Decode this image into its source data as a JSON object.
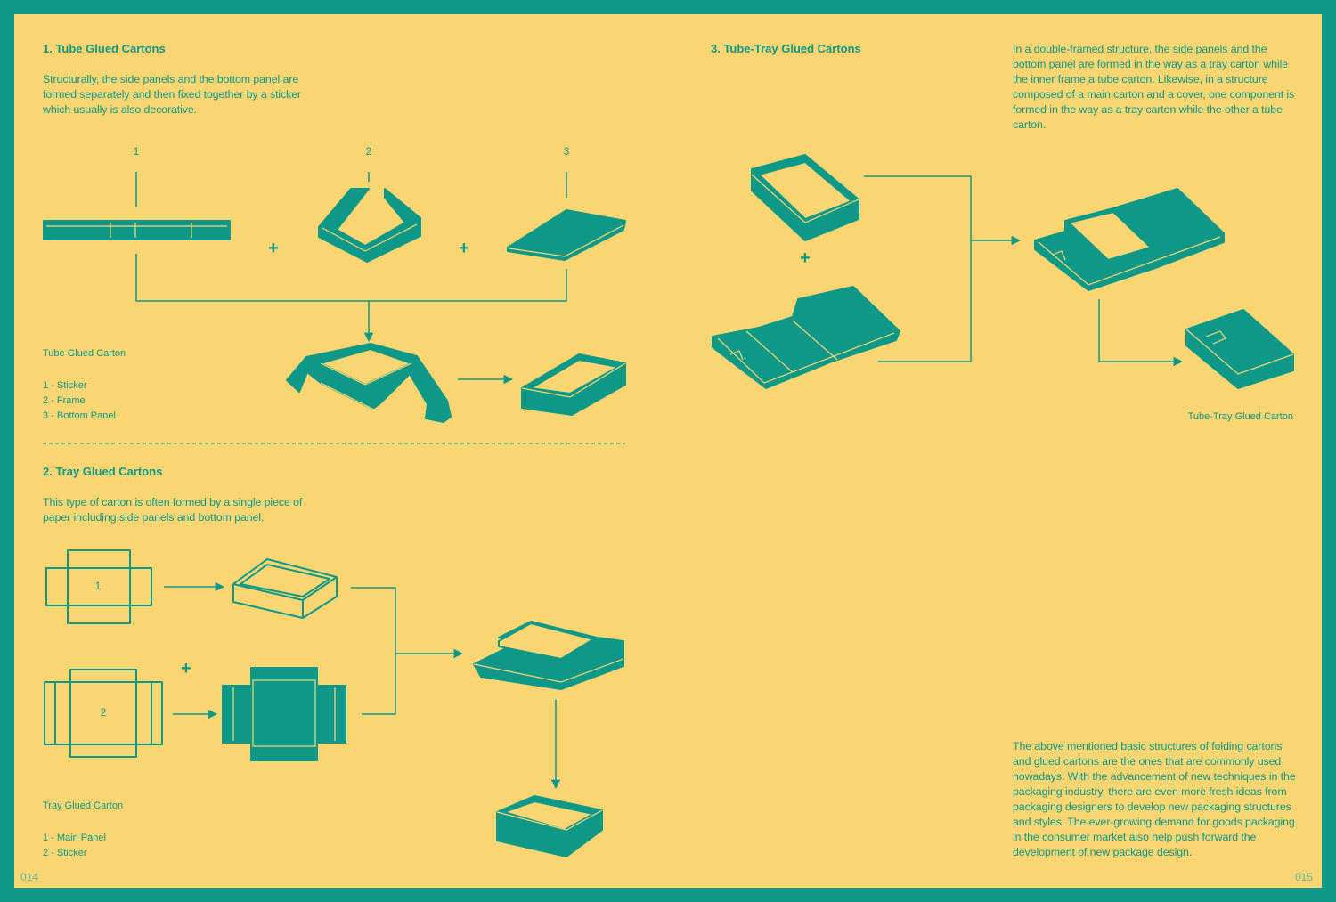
{
  "section1": {
    "title": "1. Tube Glued Cartons",
    "text": "Structurally, the side panels and the bottom panel are formed separately and then fixed together by a sticker which usually is also decorative.",
    "step_numbers": [
      "1",
      "2",
      "3"
    ],
    "plus": "+",
    "legend": {
      "title": "Tube Glued Carton",
      "items": [
        "1 - Sticker",
        "2 - Frame",
        "3 - Bottom Panel"
      ]
    }
  },
  "section2": {
    "title": "2. Tray Glued Cartons",
    "text": "This type of carton is often formed by a single piece of paper including side panels and bottom panel.",
    "net_numbers": [
      "1",
      "2"
    ],
    "plus": "+",
    "legend": {
      "title": "Tray Glued Carton",
      "items": [
        "1 - Main Panel",
        "2 - Sticker"
      ]
    }
  },
  "section3": {
    "title": "3. Tube-Tray Glued Cartons",
    "text": "In a double-framed structure, the side panels and the bottom panel are formed in the way as a tray carton while the inner frame a tube carton. Likewise, in a structure composed of a main carton and a cover, one component is formed in the way as a tray carton while the other a tube carton.",
    "plus": "+",
    "caption": "Tube-Tray Glued Carton"
  },
  "conclusion": "The above mentioned basic structures of folding cartons and glued cartons are the ones that are commonly used nowadays. With the advancement of new techniques in the packaging industry, there are even more fresh ideas from packaging designers to develop new packaging structures and styles. The ever-growing demand for goods packaging in the consumer market also help push forward the development of new package design.",
  "page_numbers": {
    "left": "014",
    "right": "015"
  },
  "colors": {
    "page": "#fad673",
    "ink": "#0e9888",
    "border": "#0e9888"
  }
}
